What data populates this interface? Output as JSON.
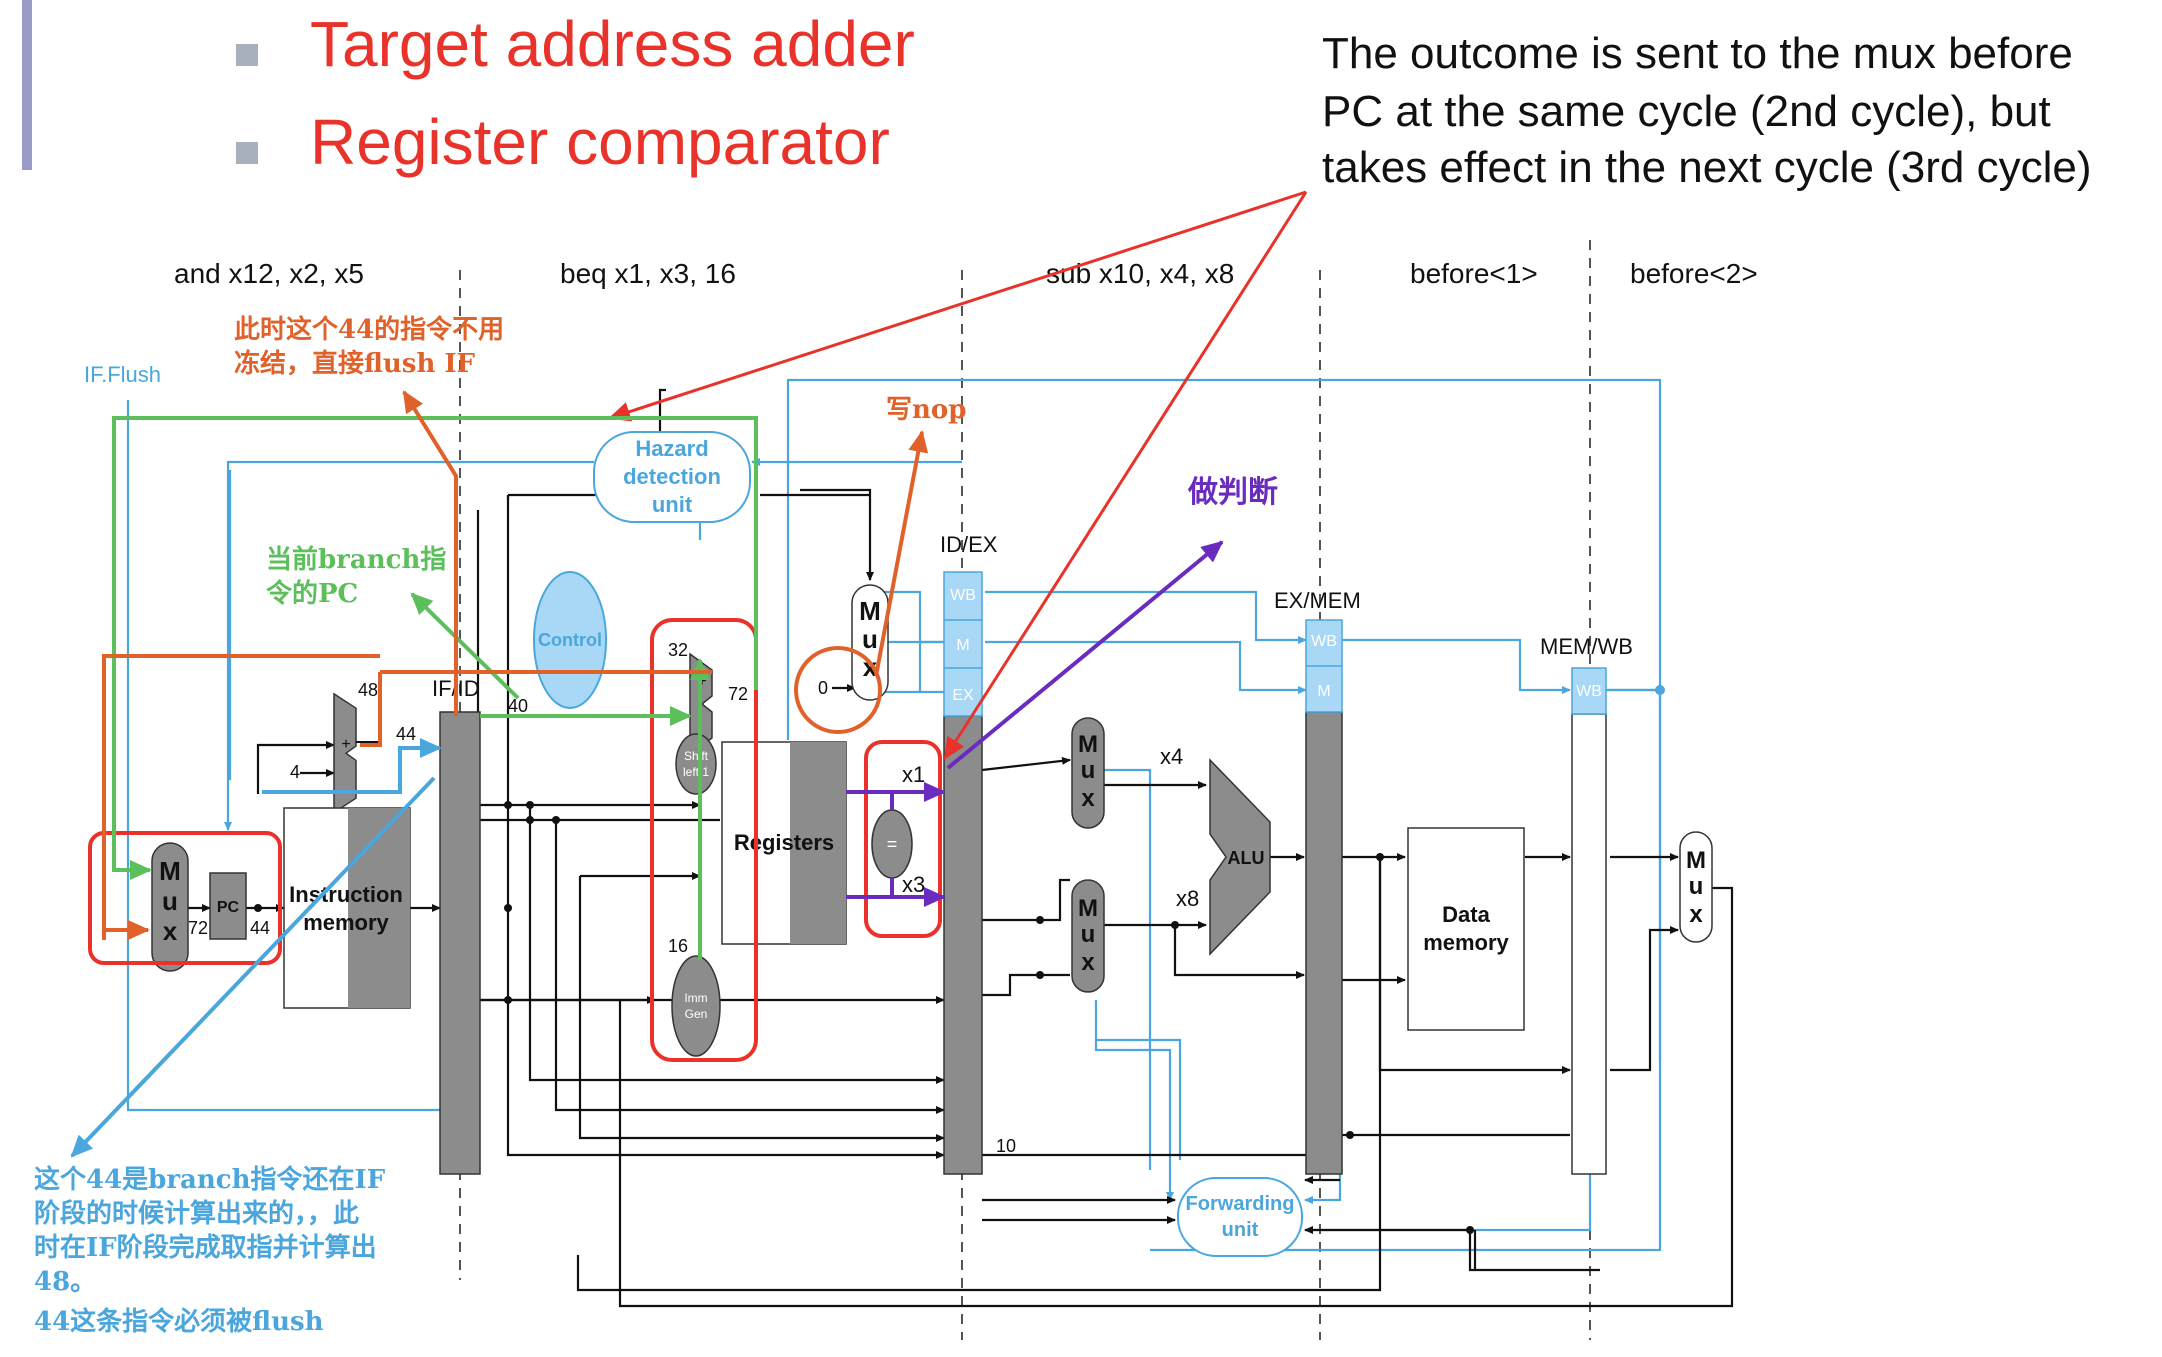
{
  "bullets": [
    {
      "text": "Target address adder",
      "color": "#e8322a"
    },
    {
      "text": "Register comparator",
      "color": "#e8322a"
    }
  ],
  "note_outcome": [
    "The outcome is sent to the mux before",
    "PC at the same cycle (2nd cycle), but",
    "takes effect in the next cycle (3rd cycle)"
  ],
  "stages": [
    "and x12, x2, x5",
    "beq x1, x3, 16",
    "sub x10, x4, x8",
    "before<1>",
    "before<2>"
  ],
  "pipeline_registers": {
    "ifid": "IF/ID",
    "idex": "ID/EX",
    "exmem": "EX/MEM",
    "memwb": "MEM/WB"
  },
  "register_fields": {
    "wb": "WB",
    "m": "M",
    "ex": "EX"
  },
  "units": {
    "hazard": [
      "Hazard",
      "detection",
      "unit"
    ],
    "control": "Control",
    "registers": "Registers",
    "imem": [
      "Instruction",
      "memory"
    ],
    "dmem": [
      "Data",
      "memory"
    ],
    "alu": "ALU",
    "forwarding": [
      "Forwarding",
      "unit"
    ],
    "pc": "PC",
    "shift": [
      "Shift",
      "left 1"
    ],
    "immgen": [
      "Imm",
      "Gen"
    ],
    "mux": [
      "M",
      "u",
      "x"
    ],
    "adder": "+",
    "comparator": "="
  },
  "signals": {
    "if_flush": "IF.Flush",
    "n48": "48",
    "n44": "44",
    "n4": "4",
    "n40": "40",
    "n72": "72",
    "n32": "32",
    "n0": "0",
    "n16": "16",
    "n10": "10",
    "mux_in_72": "72",
    "mux_in_44": "44",
    "x1": "x1",
    "x3": "x3",
    "x4": "x4",
    "x8": "x8"
  },
  "annotations": {
    "flush_if": [
      "此时这个44的指令不用",
      "冻结，直接flush IF"
    ],
    "write_nop": "写nop",
    "judge": "做判断",
    "branch_pc": [
      "当前branch指",
      "令的PC"
    ],
    "explain_44": [
      "这个44是branch指令还在IF",
      "阶段的时候计算出来的，，此",
      "时在IF阶段完成取指并计算出",
      "48。",
      "44这条指令必须被flush"
    ]
  },
  "colors": {
    "red": "#e8322a",
    "orange": "#e0622a",
    "green": "#5cbf5c",
    "blue": "#4aa6dd",
    "purple": "#6a2bbf",
    "gray": "#8c8c8c",
    "light_blue_fill": "#a8d8f5"
  }
}
